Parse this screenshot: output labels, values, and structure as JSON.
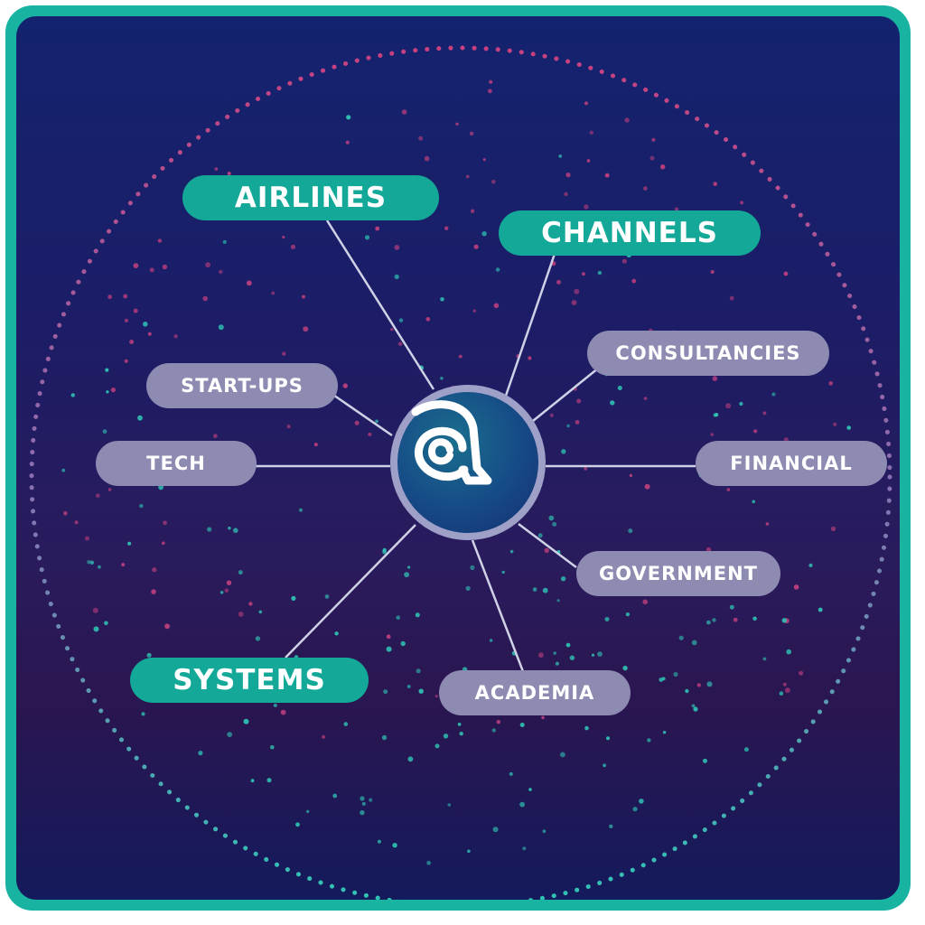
{
  "hub": {
    "logo_icon": "spiral-a-logo-icon"
  },
  "primary_nodes": [
    {
      "label": "AIRLINES"
    },
    {
      "label": "CHANNELS"
    },
    {
      "label": "SYSTEMS"
    }
  ],
  "secondary_nodes": [
    {
      "label": "CONSULTANCIES"
    },
    {
      "label": "START-UPS"
    },
    {
      "label": "TECH"
    },
    {
      "label": "FINANCIAL"
    },
    {
      "label": "GOVERNMENT"
    },
    {
      "label": "ACADEMIA"
    }
  ],
  "colors": {
    "frame": "#19b3a2",
    "primary_pill": "#13a897",
    "secondary_pill": "#8e8bb2",
    "dot_pink": "#c2407e",
    "dot_teal": "#2fc4b4",
    "connector": "#cfd1e6"
  }
}
